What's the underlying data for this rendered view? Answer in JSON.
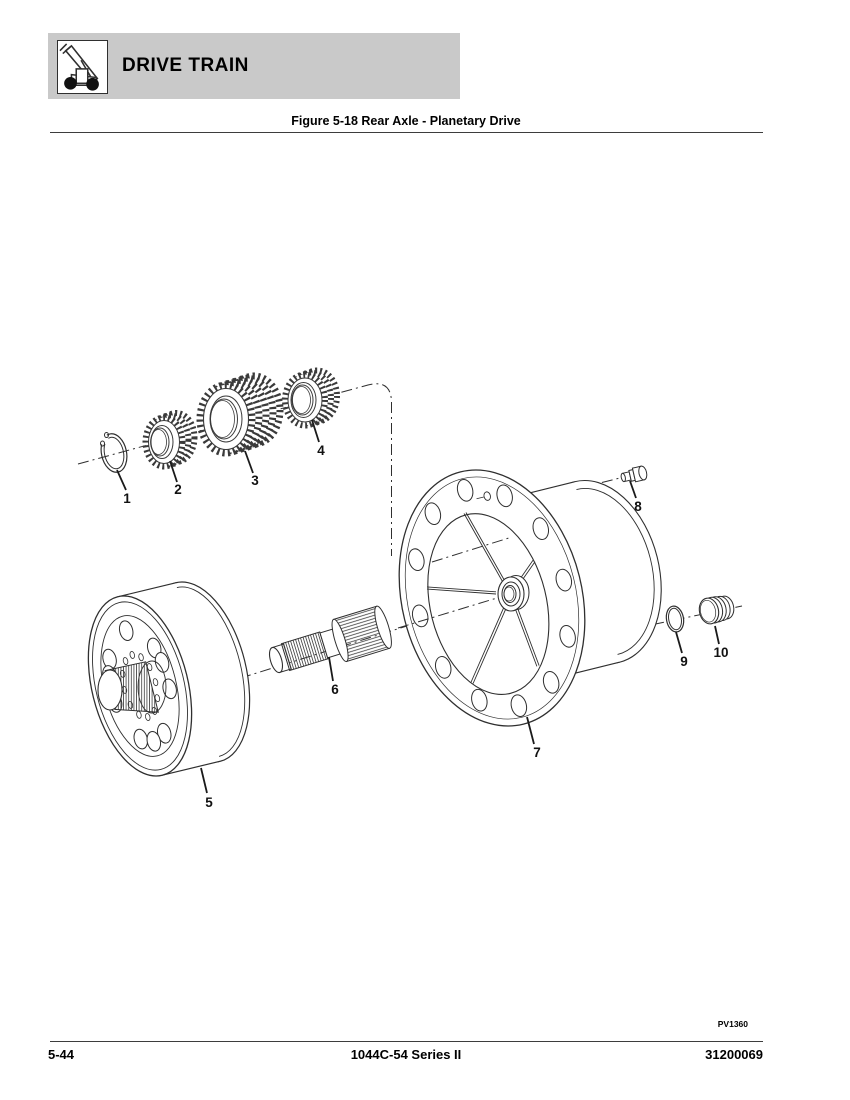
{
  "colors": {
    "banner_bg": "#c9c9c9",
    "line_art": "#2f2f2f",
    "text": "#000000"
  },
  "header": {
    "title": "DRIVE TRAIN",
    "icon": "telehandler-icon"
  },
  "figure": {
    "caption": "Figure 5-18 Rear Axle - Planetary Drive",
    "artwork_code": "PV1360",
    "callouts": [
      {
        "label": "1"
      },
      {
        "label": "2"
      },
      {
        "label": "3"
      },
      {
        "label": "4"
      },
      {
        "label": "5"
      },
      {
        "label": "6"
      },
      {
        "label": "7"
      },
      {
        "label": "8"
      },
      {
        "label": "9"
      },
      {
        "label": "10"
      }
    ]
  },
  "footer": {
    "page_number": "5-44",
    "model": "1044C-54 Series II",
    "document_number": "31200069"
  }
}
